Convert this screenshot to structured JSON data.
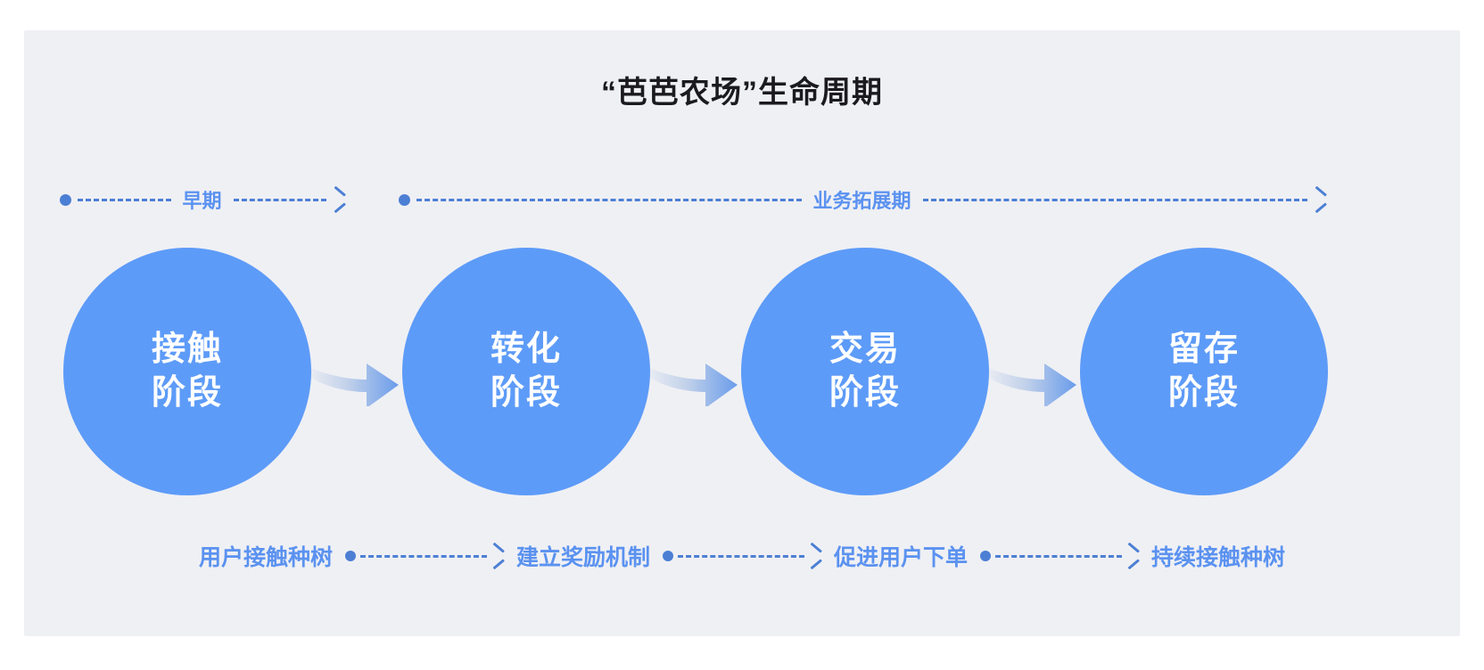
{
  "title": "“芭芭农场”生命周期",
  "colors": {
    "page_background": "#ffffff",
    "panel_background": "#eff0f4",
    "circle_fill": "#5d9bf8",
    "accent_blue": "#5b92f0",
    "connector_blue": "#4c7fd4",
    "title_text": "#1b1b1f",
    "circle_text": "#ffffff"
  },
  "phases": [
    {
      "label": "早期"
    },
    {
      "label": "业务拓展期"
    }
  ],
  "stages": [
    {
      "line1": "接触",
      "line2": "阶段"
    },
    {
      "line1": "转化",
      "line2": "阶段"
    },
    {
      "line1": "交易",
      "line2": "阶段"
    },
    {
      "line1": "留存",
      "line2": "阶段"
    }
  ],
  "steps": [
    {
      "label": "用户接触种树"
    },
    {
      "label": "建立奖励机制"
    },
    {
      "label": "促进用户下单"
    },
    {
      "label": "持续接触种树"
    }
  ]
}
